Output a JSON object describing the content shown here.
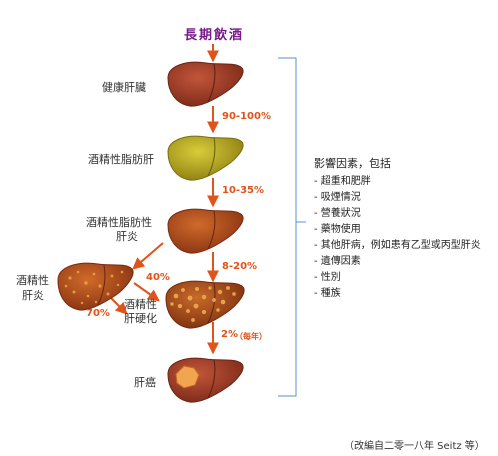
{
  "diagram": {
    "title": "長期飲酒",
    "stages": {
      "healthy": "健康肝臟",
      "fatty": "酒精性脂肪肝",
      "fatty_hepatitis_line1": "酒精性脂肪性",
      "fatty_hepatitis_line2": "肝炎",
      "hepatitis_line1": "酒精性",
      "hepatitis_line2": "肝炎",
      "cirrhosis_line1": "酒精性",
      "cirrhosis_line2": "肝硬化",
      "cancer": "肝癌"
    },
    "percentages": {
      "healthy_to_fatty": "90-100%",
      "fatty_to_fh": "10-35%",
      "fh_to_cirrhosis": "8-20%",
      "fh_to_hepatitis": "40%",
      "hepatitis_to_cirrhosis": "70%",
      "cirrhosis_to_cancer": "2%",
      "cirrhosis_to_cancer_note": "（每年）"
    },
    "factors": {
      "title": "影響因素，包括",
      "items": [
        "- 超重和肥胖",
        "- 吸煙情況",
        "- 營養狀況",
        "- 藥物使用",
        "- 其他肝病，例如患有乙型或丙型肝炎",
        "- 遺傳因素",
        "- 性別",
        "- 種族"
      ]
    },
    "source": "（改編自二零一八年 Seitz 等）",
    "colors": {
      "arrow": "#e0531a",
      "title": "#7a1a8c",
      "bracket": "#5b8fd0",
      "healthy_liver": "#9c3d26",
      "fatty_liver": "#b9ab1f",
      "fh_liver": "#b2481d",
      "cancer_spot": "#f2a550"
    }
  }
}
